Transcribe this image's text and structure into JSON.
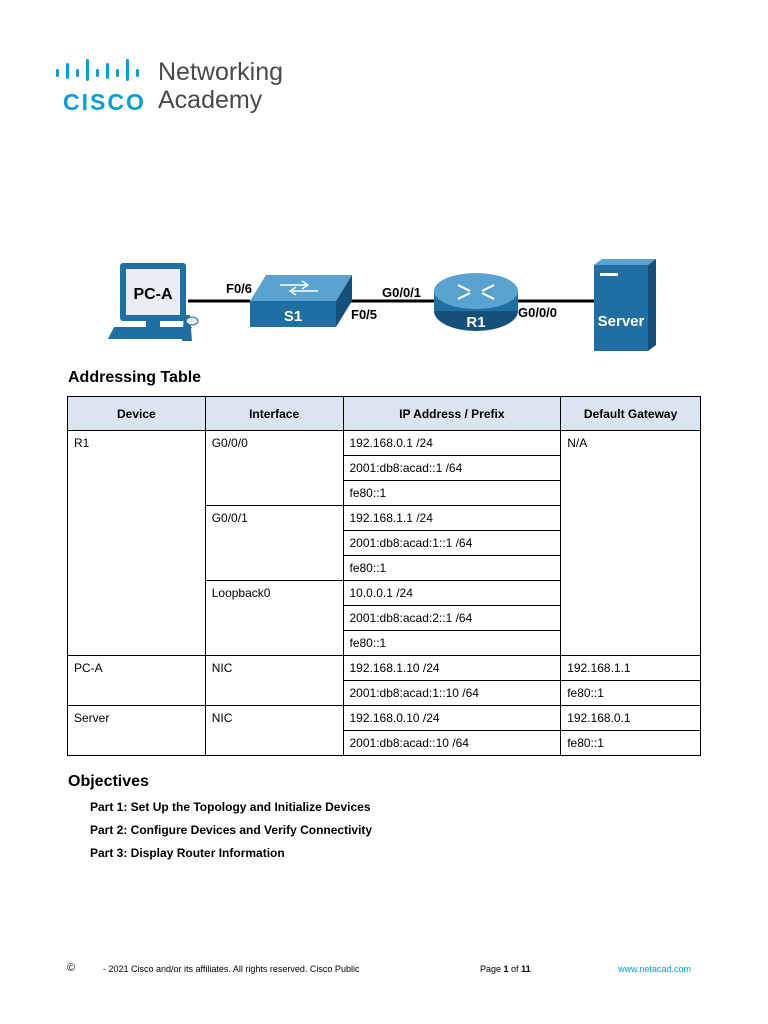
{
  "logo": {
    "line1": "Networking",
    "line2": "Academy",
    "brand": "CISCO"
  },
  "topology": {
    "devices": [
      "PC-A",
      "S1",
      "R1",
      "Server"
    ],
    "ports": {
      "pc_s1": "F0/6",
      "s1_r1_top": "G0/0/1",
      "s1_r1_bottom": "F0/5",
      "r1_server": "G0/0/0"
    }
  },
  "addressing": {
    "title": "Addressing Table",
    "headers": [
      "Device",
      "Interface",
      "IP Address / Prefix",
      "Default Gateway"
    ],
    "r1": {
      "device": "R1",
      "gateway": "N/A",
      "interfaces": [
        {
          "name": "G0/0/0",
          "addresses": [
            "192.168.0.1 /24",
            "2001:db8:acad::1 /64",
            "fe80::1"
          ]
        },
        {
          "name": "G0/0/1",
          "addresses": [
            "192.168.1.1 /24",
            "2001:db8:acad:1::1 /64",
            "fe80::1"
          ]
        },
        {
          "name": "Loopback0",
          "addresses": [
            "10.0.0.1 /24",
            "2001:db8:acad:2::1 /64",
            "fe80::1"
          ]
        }
      ]
    },
    "pca": {
      "device": "PC-A",
      "interface": "NIC",
      "addresses": [
        "192.168.1.10 /24",
        "2001:db8:acad:1::10 /64"
      ],
      "gateways": [
        "192.168.1.1",
        "fe80::1"
      ]
    },
    "server": {
      "device": "Server",
      "interface": "NIC",
      "addresses": [
        "192.168.0.10 /24",
        "2001:db8:acad::10 /64"
      ],
      "gateways": [
        "192.168.0.1",
        "fe80::1"
      ]
    }
  },
  "objectives": {
    "title": "Objectives",
    "items": [
      "Part 1: Set Up the Topology and Initialize Devices",
      "Part 2: Configure Devices and Verify Connectivity",
      "Part 3: Display Router Information"
    ]
  },
  "footer": {
    "copyright_symbol": "©",
    "copyright_text": "- 2021 Cisco and/or its affiliates. All rights reserved. Cisco Public",
    "page_prefix": "Page ",
    "page_current": "1",
    "page_of": " of ",
    "page_total": "11",
    "site": "www.netacad.com"
  },
  "colors": {
    "cisco_blue": "#049fd9",
    "device_blue": "#1f6fa3",
    "table_header": "#dbe5f1"
  }
}
